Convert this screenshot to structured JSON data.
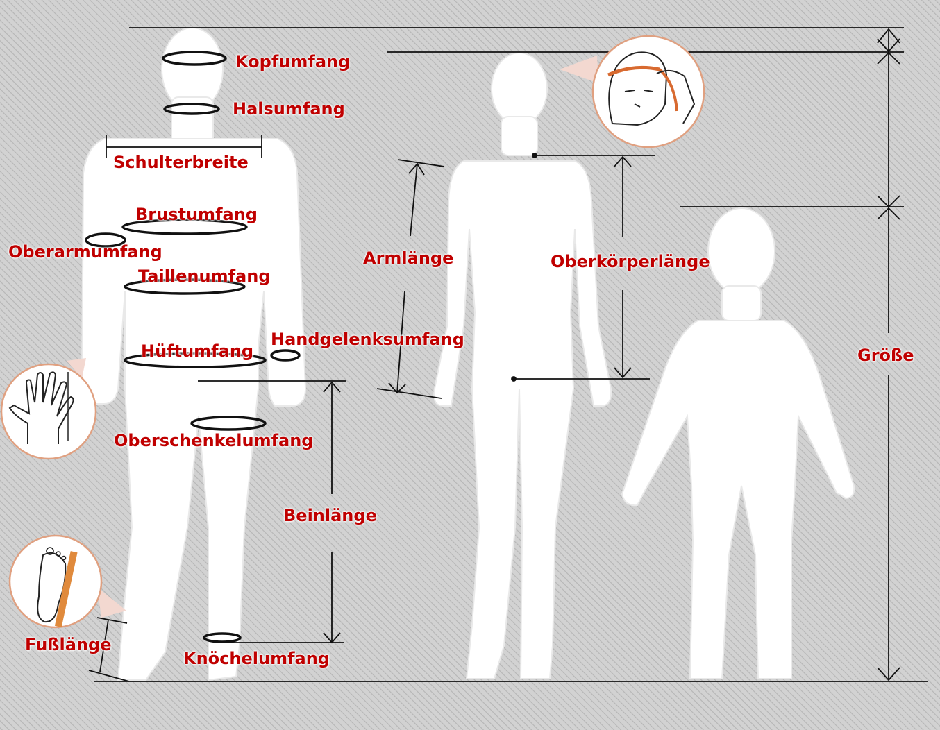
{
  "colors": {
    "label": "#c00000",
    "background": "#cfcfcf",
    "hatch": "#b7b7b7",
    "silhouette": "#ffffff",
    "line": "#111111",
    "inset_border": "#e0a080"
  },
  "labels": {
    "kopfumfang": "Kopfumfang",
    "halsumfang": "Halsumfang",
    "schulterbreite": "Schulterbreite",
    "brustumfang": "Brustumfang",
    "oberarmumfang": "Oberarmumfang",
    "taillenumfang": "Taillenumfang",
    "hueftumfang": "Hüftumfang",
    "handgelenksumfang": "Handgelenksumfang",
    "oberschenkelumfang": "Oberschenkelumfang",
    "beinlaenge": "Beinlänge",
    "knoechelumfang": "Knöchelumfang",
    "fusslaenge": "Fußlänge",
    "armlaenge": "Armlänge",
    "oberkoerperlaenge": "Oberkörperlänge",
    "groesse": "Größe"
  },
  "icons": {
    "head_measure": "head-tape-measure-icon",
    "hand": "hand-icon",
    "foot": "foot-ruler-icon"
  }
}
